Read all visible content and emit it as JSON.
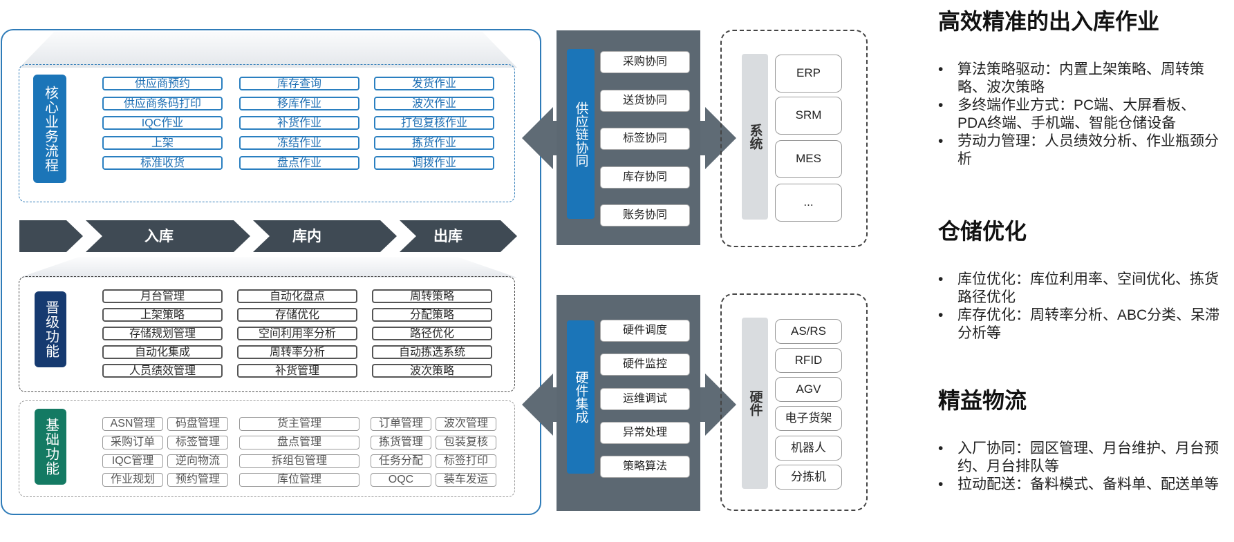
{
  "core": {
    "label": "核心业务流程",
    "items": [
      [
        "供应商预约",
        "库存查询",
        "发货作业"
      ],
      [
        "供应商条码打印",
        "移库作业",
        "波次作业"
      ],
      [
        "IQC作业",
        "补货作业",
        "打包复核作业"
      ],
      [
        "上架",
        "冻结作业",
        "拣货作业"
      ],
      [
        "标准收货",
        "盘点作业",
        "调拨作业"
      ]
    ]
  },
  "process": {
    "stages": [
      "入库",
      "库内",
      "出库"
    ]
  },
  "advanced": {
    "label": "晋级功能",
    "items": [
      [
        "月台管理",
        "自动化盘点",
        "周转策略"
      ],
      [
        "上架策略",
        "存储优化",
        "分配策略"
      ],
      [
        "存储规划管理",
        "空间利用率分析",
        "路径优化"
      ],
      [
        "自动化集成",
        "周转率分析",
        "自动拣选系统"
      ],
      [
        "人员绩效管理",
        "补货管理",
        "波次策略"
      ]
    ]
  },
  "basic": {
    "label": "基础功能",
    "items": [
      [
        "ASN管理",
        "码盘管理",
        "货主管理",
        "订单管理",
        "波次管理"
      ],
      [
        "采购订单",
        "标签管理",
        "盘点管理",
        "拣货管理",
        "包装复核"
      ],
      [
        "IQC管理",
        "逆向物流",
        "拆组包管理",
        "任务分配",
        "标签打印"
      ],
      [
        "作业规划",
        "预约管理",
        "库位管理",
        "OQC",
        "装车发运"
      ]
    ]
  },
  "supply_chain": {
    "label": "供应链协同",
    "items": [
      "采购协同",
      "送货协同",
      "标签协同",
      "库存协同",
      "账务协同"
    ]
  },
  "hardware_integration": {
    "label": "硬件集成",
    "items": [
      "硬件调度",
      "硬件监控",
      "运维调试",
      "异常处理",
      "策略算法"
    ]
  },
  "systems": {
    "label": "系统",
    "items": [
      "ERP",
      "SRM",
      "MES",
      "..."
    ]
  },
  "hardware": {
    "label": "硬件",
    "items": [
      "AS/RS",
      "RFID",
      "AGV",
      "电子货架",
      "机器人",
      "分拣机"
    ]
  },
  "panel": [
    {
      "title": "高效精准的出入库作业",
      "bullets": [
        "算法策略驱动：内置上架策略、周转策略、波次策略",
        "多终端作业方式：PC端、大屏看板、PDA终端、手机端、智能仓储设备",
        "劳动力管理：人员绩效分析、作业瓶颈分析"
      ]
    },
    {
      "title": "仓储优化",
      "bullets": [
        "库位优化：库位利用率、空间优化、拣货路径优化",
        "库存优化：周转率分析、ABC分类、呆滞分析等"
      ]
    },
    {
      "title": "精益物流",
      "bullets": [
        "入厂协同：园区管理、月台维护、月台预约、月台排队等",
        "拉动配送：备料模式、备料单、配送单等"
      ]
    }
  ],
  "bullet_symbol": "•",
  "colors": {
    "frame_blue": "#2e7bb8",
    "core_blue": "#1b75b8",
    "advanced_navy": "#163a70",
    "basic_green": "#147a63",
    "arrow_dark": "#3f4a54",
    "column_gray": "#5c6872",
    "arrow_gray": "#5f6b75"
  }
}
